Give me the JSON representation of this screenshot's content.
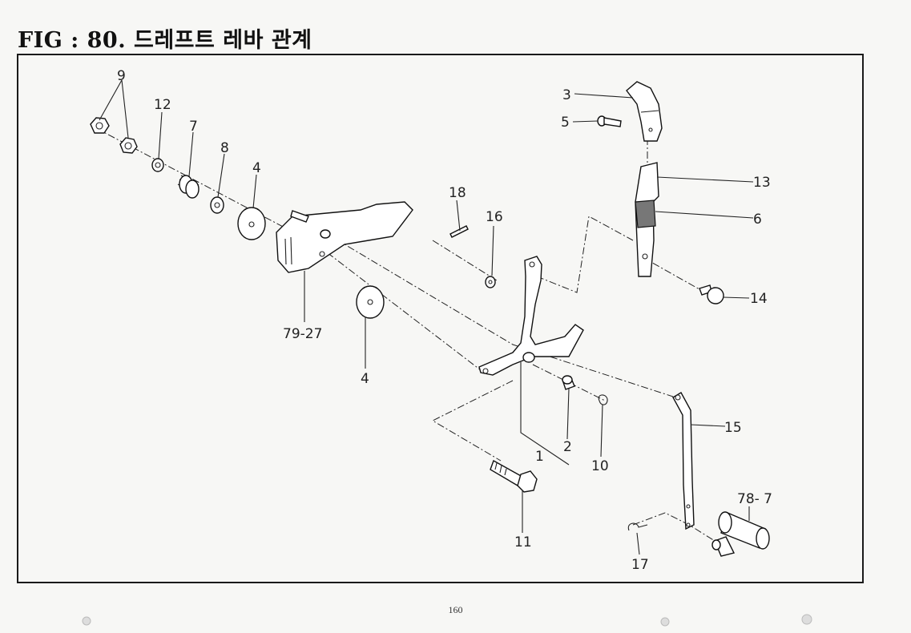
{
  "figure_title": "FIG : 80.  드레프트 레바 관계",
  "page_number": "160",
  "callouts": {
    "p1": "1",
    "p2": "2",
    "p3": "3",
    "p4a": "4",
    "p4b": "4",
    "p5": "5",
    "p6": "6",
    "p7": "7",
    "p8": "8",
    "p9": "9",
    "p10": "10",
    "p11": "11",
    "p12": "12",
    "p13": "13",
    "p14": "14",
    "p15": "15",
    "p16": "16",
    "p17": "17",
    "p18": "18",
    "p79_27": "79-27",
    "p78_7": "78- 7"
  }
}
